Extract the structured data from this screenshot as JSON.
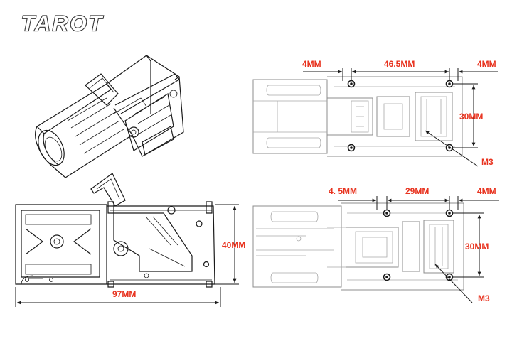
{
  "logo": {
    "text": "TAROT"
  },
  "top_view": {
    "dim_left": "4MM",
    "dim_middle": "46.5MM",
    "dim_right": "4MM",
    "dim_vertical": "30MM",
    "screw_label": "M3"
  },
  "side_view": {
    "dim_height": "40MM",
    "dim_length": "97MM"
  },
  "bottom_view": {
    "dim_left": "4. 5MM",
    "dim_middle": "29MM",
    "dim_right": "4MM",
    "dim_vertical": "30MM",
    "screw_label": "M3"
  },
  "colors": {
    "dimension_text": "#e8321e",
    "outline": "#1a1a1a",
    "faded": "#8c8c8c"
  }
}
